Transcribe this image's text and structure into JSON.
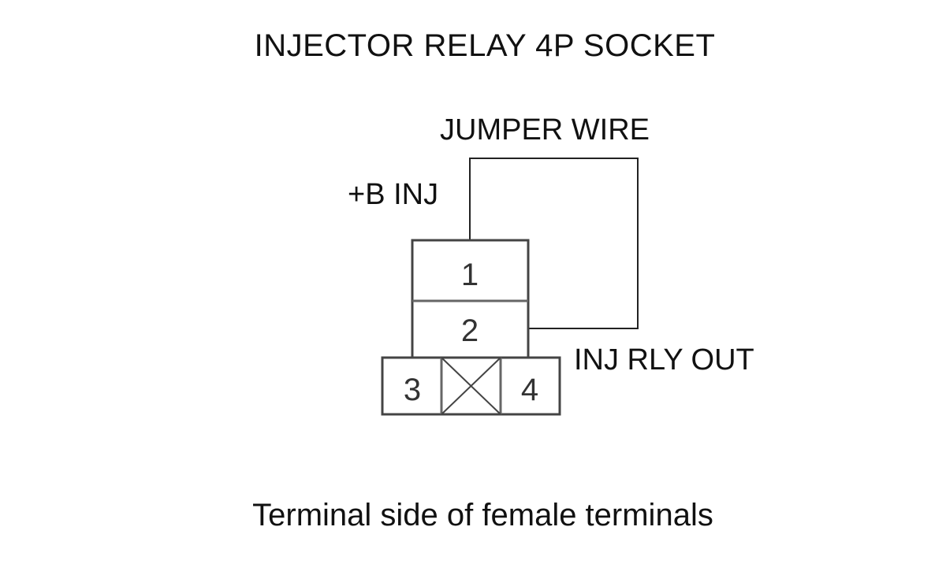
{
  "title": "INJECTOR RELAY 4P SOCKET",
  "caption": "Terminal side of female terminals",
  "labels": {
    "jumper_wire": "JUMPER WIRE",
    "b_inj": "+B INJ",
    "inj_rly_out": "INJ RLY OUT"
  },
  "terminals": {
    "t1": "1",
    "t2": "2",
    "t3": "3",
    "t4": "4"
  },
  "blank_cavity_icon": "crossed-box-icon"
}
